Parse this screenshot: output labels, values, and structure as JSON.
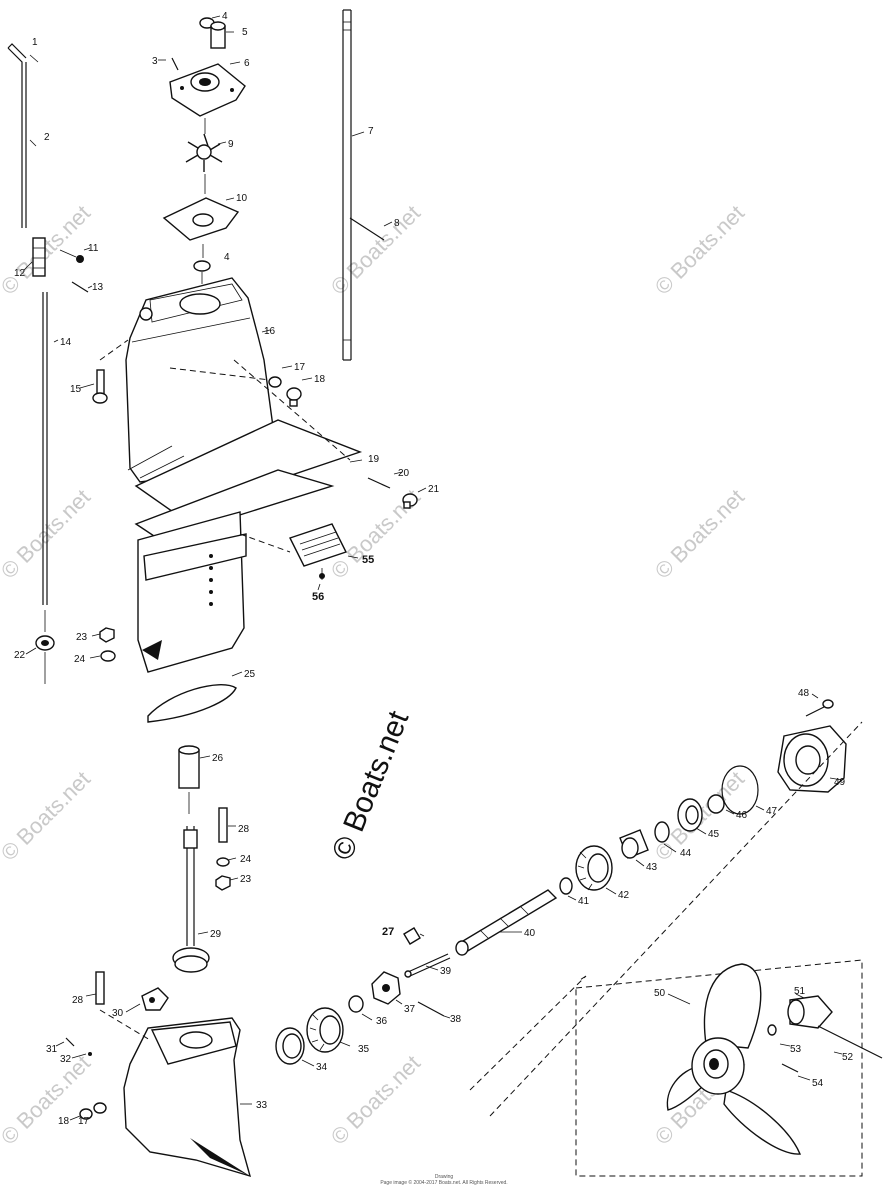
{
  "diagram": {
    "part_numbers": [
      "1",
      "2",
      "3",
      "4",
      "5",
      "6",
      "7",
      "8",
      "9",
      "10",
      "11",
      "12",
      "13",
      "14",
      "15",
      "16",
      "17",
      "18",
      "19",
      "20",
      "21",
      "22",
      "23",
      "24",
      "25",
      "26",
      "27",
      "28",
      "29",
      "30",
      "31",
      "32",
      "33",
      "34",
      "35",
      "36",
      "37",
      "38",
      "39",
      "40",
      "41",
      "42",
      "43",
      "44",
      "45",
      "46",
      "47",
      "48",
      "49",
      "50",
      "51",
      "52",
      "53",
      "54",
      "55",
      "56"
    ],
    "watermark": "© Boats.net",
    "footer": [
      "Drawing",
      "Page image © 2004-2017 Boats.net. All Rights Reserved."
    ]
  }
}
